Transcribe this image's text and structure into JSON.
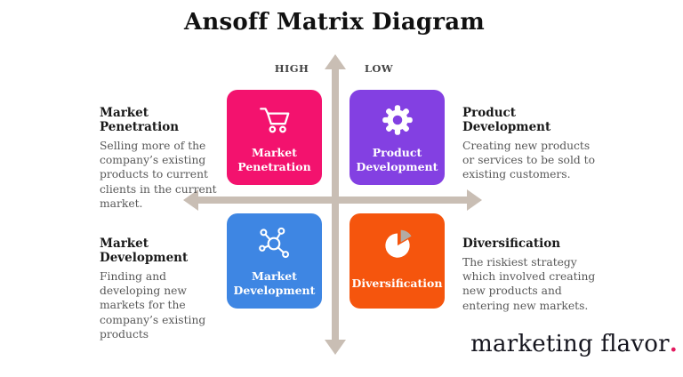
{
  "title": "Ansoff Matrix Diagram",
  "axis_labels": {
    "left": "HIGH",
    "right": "LOW"
  },
  "colors": {
    "market_penetration": "#F3126E",
    "product_development": "#8340E2",
    "market_development": "#3E86E3",
    "diversification": "#F5550D",
    "arrow": "#C9BEB4",
    "brand_dot": "#E31A5F"
  },
  "quadrants": {
    "market_penetration": {
      "box_label": "Market\nPenetration",
      "icon": "cart-icon",
      "heading": "Market Penetration",
      "description": "Selling more of the company’s existing products to current clients in the current market."
    },
    "product_development": {
      "box_label": "Product\nDevelopment",
      "icon": "gear-icon",
      "heading": "Product Development",
      "description": "Creating new products or services to be sold to existing customers."
    },
    "market_development": {
      "box_label": "Market\nDevelopment",
      "icon": "network-icon",
      "heading": "Market Development",
      "description": "Finding and developing new markets for the company’s existing products"
    },
    "diversification": {
      "box_label": "Diversification",
      "icon": "pie-chart-icon",
      "heading": "Diversification",
      "description": "The riskiest strategy which involved creating new products and entering new markets."
    }
  },
  "brand": {
    "name": "marketing flavor",
    "dot": "."
  }
}
